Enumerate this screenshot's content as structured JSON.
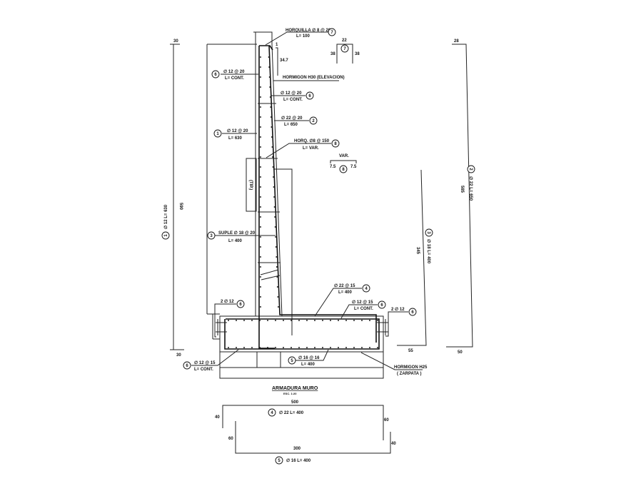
{
  "drawing": {
    "title": "ARMADURA MURO",
    "scale": "ESC. 1:20",
    "callouts": {
      "horquilla": {
        "mark": "7",
        "line1": "HORQUILLA ∅ 8 @ 20",
        "line2": "L= 100"
      },
      "bar7_shape": {
        "mark": "7",
        "top": "22",
        "left": "38",
        "right": "38"
      },
      "dim_1": "1",
      "dim_34_7": "34.7",
      "concrete_wall": "HORMIGON H30 (ELEVACION)",
      "bar6_left": {
        "mark": "6",
        "line1": "∅ 12 @ 20",
        "line2": "L= CONT."
      },
      "bar6_right": {
        "mark": "6",
        "line1": "∅ 12 @ 20",
        "line2": "L= CONT."
      },
      "bar2": {
        "mark": "2",
        "line1": "∅ 22 @ 20",
        "line2": "L= 650"
      },
      "bar1": {
        "mark": "1",
        "line1": "∅ 12 @ 20",
        "line2": "L= 630"
      },
      "horq8": {
        "mark": "8",
        "line1": "HORQ. ∅8 @ 150",
        "line2": "L= VAR."
      },
      "bar8_shape": {
        "mark": "8",
        "top": "VAR.",
        "left": "7.5",
        "right": "7.5"
      },
      "tip": "(TIP.)",
      "bar3": {
        "mark": "3",
        "line1": "SUPLE ∅ 18 @ 20",
        "line2": "L= 400"
      },
      "bar4": {
        "mark": "4",
        "line1": "∅ 22 @ 15",
        "line2": "L= 400"
      },
      "bar6_footing_top": {
        "mark": "6",
        "line1": "∅ 12 @ 15",
        "line2": "L= CONT."
      },
      "bar6_side_left": {
        "mark": "6",
        "line1": "2 ∅ 12"
      },
      "bar6_side_right": {
        "mark": "6",
        "line1": "2 ∅ 12"
      },
      "bar6_footing_bottom": {
        "mark": "6",
        "line1": "∅ 12 @ 15",
        "line2": "L= CONT."
      },
      "bar5": {
        "mark": "5",
        "line1": "∅ 16 @ 16",
        "line2": "L= 400"
      },
      "concrete_footing": {
        "line1": "HORMIGON H25",
        "line2": "( ZARPATA )"
      }
    },
    "bar_schedule": {
      "bar1": {
        "mark": "1",
        "label": "∅ 12 L= 630",
        "length": "590",
        "top": "30",
        "bottom": "30"
      },
      "bar2": {
        "mark": "2",
        "label": "∅ 22 L= 650",
        "length": "585",
        "top": "28",
        "bottom": "50"
      },
      "bar3": {
        "mark": "3",
        "label": "∅ 18 L= 400",
        "length": "345",
        "bottom": "55"
      },
      "bar4": {
        "mark": "4",
        "label": "∅ 22 L= 400",
        "top": "500",
        "left": "40",
        "right": "60"
      },
      "bar5": {
        "mark": "5",
        "label": "∅ 16 L= 400",
        "bottom": "300",
        "left": "60",
        "right": "40"
      }
    }
  }
}
